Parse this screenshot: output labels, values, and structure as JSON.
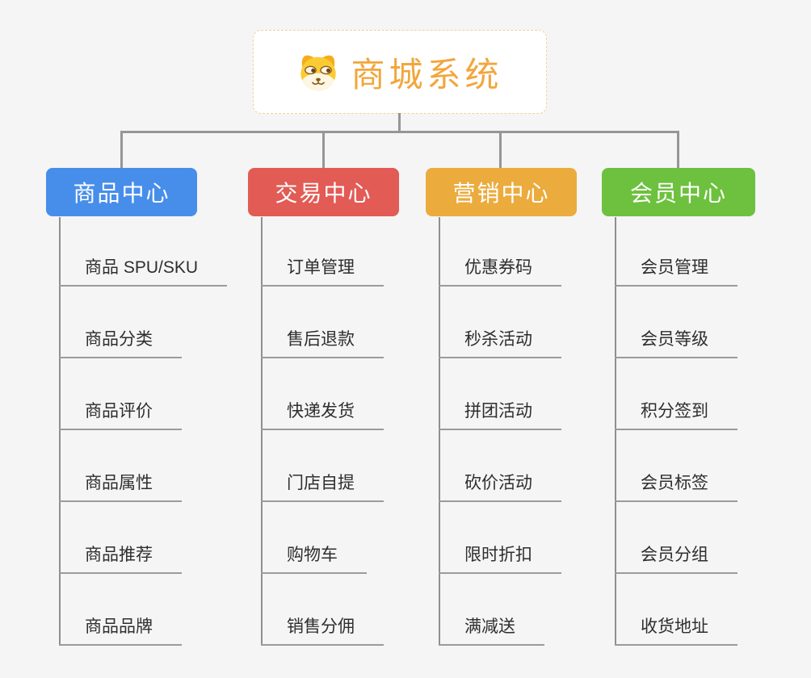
{
  "canvas": {
    "background": "#f5f5f5",
    "connector_color": "#969696",
    "underline_color": "#9b9b9b"
  },
  "root": {
    "title": "商城系统",
    "title_color": "#f2a63c",
    "icon": "dog-face-icon"
  },
  "branches": [
    {
      "label": "商品中心",
      "color": "#478eea",
      "items": [
        "商品 SPU/SKU",
        "商品分类",
        "商品评价",
        "商品属性",
        "商品推荐",
        "商品品牌"
      ]
    },
    {
      "label": "交易中心",
      "color": "#e25b55",
      "items": [
        "订单管理",
        "售后退款",
        "快递发货",
        "门店自提",
        "购物车",
        "销售分佣"
      ]
    },
    {
      "label": "营销中心",
      "color": "#ebab3d",
      "items": [
        "优惠券码",
        "秒杀活动",
        "拼团活动",
        "砍价活动",
        "限时折扣",
        "满减送"
      ]
    },
    {
      "label": "会员中心",
      "color": "#6dc13e",
      "items": [
        "会员管理",
        "会员等级",
        "积分签到",
        "会员标签",
        "会员分组",
        "收货地址"
      ]
    }
  ]
}
